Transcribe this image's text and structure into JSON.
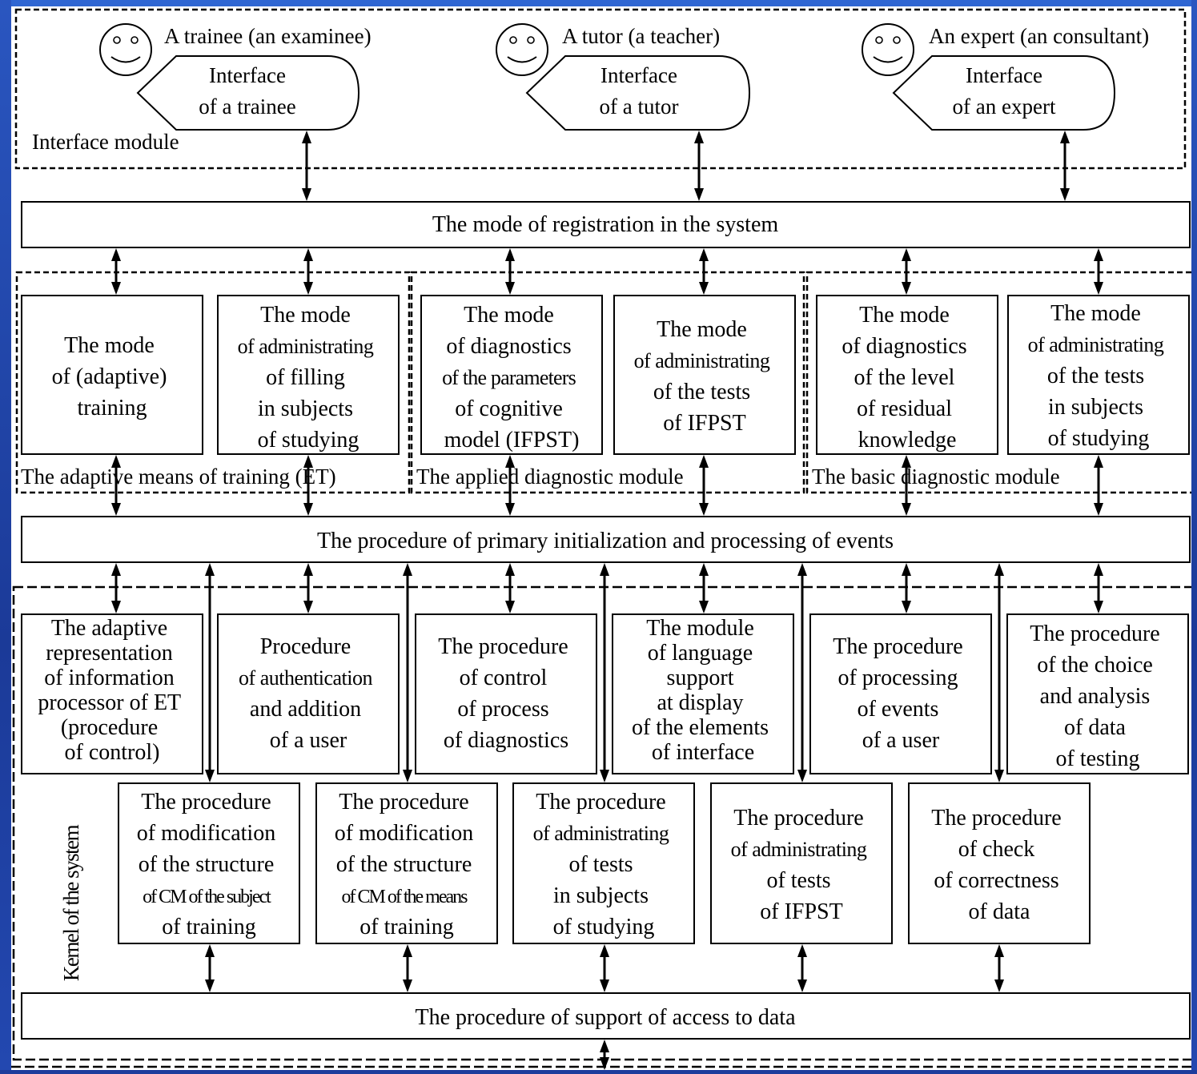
{
  "interface_module": {
    "label": "Interface module",
    "actors": [
      {
        "name": "A trainee (an examinee)",
        "interface_lines": [
          "Interface",
          "of a trainee"
        ]
      },
      {
        "name": "A tutor (a teacher)",
        "interface_lines": [
          "Interface",
          "of a tutor"
        ]
      },
      {
        "name": "An expert (an consultant)",
        "interface_lines": [
          "Interface",
          "of an expert"
        ]
      }
    ]
  },
  "registration_mode": "The mode of registration in the system",
  "modules": [
    {
      "label": "The adaptive means of training (ET)",
      "boxes": [
        [
          "The mode",
          "of (adaptive)",
          "training"
        ],
        [
          "The mode",
          "of administrating",
          "of filling",
          "in subjects",
          "of studying"
        ]
      ]
    },
    {
      "label": "The applied diagnostic module",
      "boxes": [
        [
          "The mode",
          "of diagnostics",
          "of the parameters",
          "of cognitive",
          "model (IFPST)"
        ],
        [
          "The mode",
          "of administrating",
          "of the tests",
          "of IFPST"
        ]
      ]
    },
    {
      "label": "The basic diagnostic module",
      "boxes": [
        [
          "The mode",
          "of diagnostics",
          "of the level",
          "of residual",
          "knowledge"
        ],
        [
          "The mode",
          "of administrating",
          "of the tests",
          "in subjects",
          "of studying"
        ]
      ]
    }
  ],
  "events_procedure": "The procedure of primary initialization and processing of events",
  "kernel": {
    "label": "Kernel of the system",
    "top_row": [
      [
        "The adaptive",
        "representation",
        "of information",
        "processor of ET",
        "(procedure",
        "of control)"
      ],
      [
        "Procedure",
        "of authentication",
        "and addition",
        "of a user"
      ],
      [
        "The procedure",
        "of control",
        "of process",
        "of diagnostics"
      ],
      [
        "The module",
        "of language",
        "support",
        "at display",
        "of the elements",
        "of interface"
      ],
      [
        "The procedure",
        "of processing",
        "of events",
        "of a user"
      ],
      [
        "The procedure",
        "of the choice",
        "and analysis",
        "of data",
        "of testing"
      ]
    ],
    "bottom_row": [
      [
        "The procedure",
        "of modification",
        "of the structure",
        "of CM of the subject",
        "of training"
      ],
      [
        "The procedure",
        "of modification",
        "of the structure",
        "of CM of the means",
        "of training"
      ],
      [
        "The procedure",
        "of administrating",
        "of tests",
        "in subjects",
        "of studying"
      ],
      [
        "The procedure",
        "of administrating",
        "of tests",
        "of IFPST"
      ],
      [
        "The procedure",
        "of check",
        "of correctness",
        "of data"
      ]
    ]
  },
  "data_access_procedure": "The procedure of support of access to data"
}
